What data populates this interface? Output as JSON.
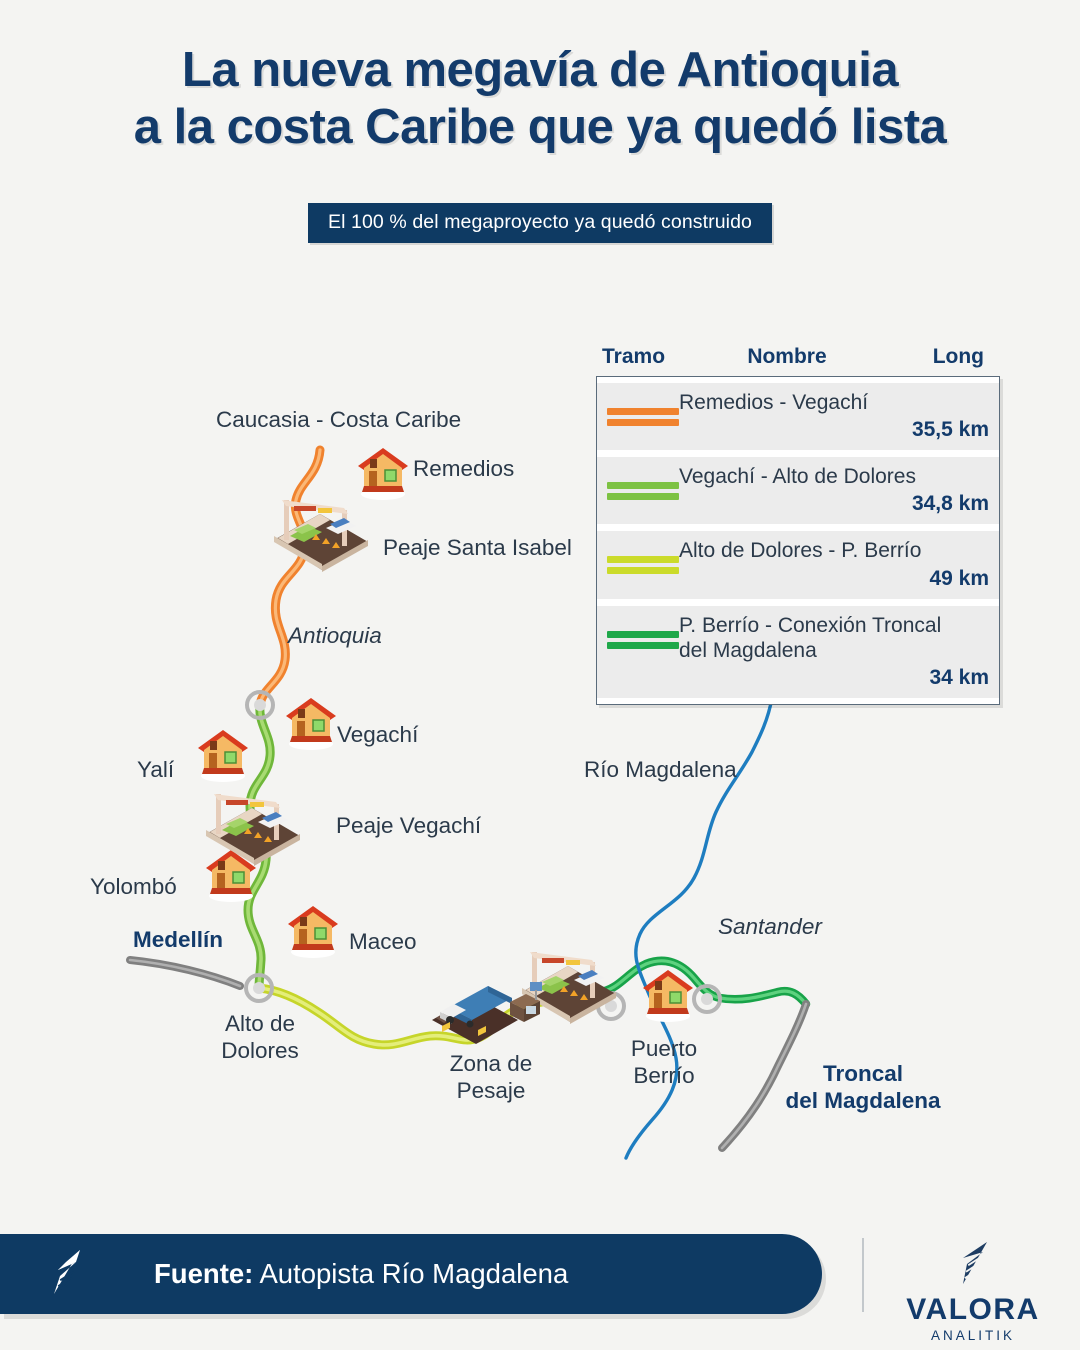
{
  "header": {
    "title": "La nueva megavía de Antioquia\na la costa Caribe que ya quedó lista",
    "badge": "El 100 % del megaproyecto ya quedó construido"
  },
  "legend": {
    "columns": {
      "tramo": "Tramo",
      "nombre": "Nombre",
      "long": "Long"
    },
    "rows": [
      {
        "name": "Remedios - Vegachí",
        "length": "35,5 km",
        "color": "#F0822E"
      },
      {
        "name": "Vegachí - Alto de Dolores",
        "length": "34,8 km",
        "color": "#7DC243"
      },
      {
        "name": "Alto de Dolores - P. Berrío",
        "length": "49 km",
        "color": "#CBDB2A"
      },
      {
        "name": "P. Berrío - Conexión Troncal\ndel Magdalena",
        "length": "34 km",
        "color": "#1FA84A"
      }
    ]
  },
  "map": {
    "labels": {
      "caucasia": "Caucasia - Costa Caribe",
      "remedios": "Remedios",
      "peaje_santa_isabel": "Peaje Santa Isabel",
      "antioquia": "Antioquia",
      "vegachi": "Vegachí",
      "yali": "Yalí",
      "peaje_vegachi": "Peaje Vegachí",
      "yolombo": "Yolombó",
      "medellin": "Medellín",
      "maceo": "Maceo",
      "alto_de_dolores": "Alto de\nDolores",
      "zona_de_pesaje": "Zona de\nPesaje",
      "rio_magdalena": "Río Magdalena",
      "santander": "Santander",
      "puerto_berrio": "Puerto\nBerrío",
      "troncal": "Troncal\ndel Magdalena"
    },
    "colors": {
      "orange": "#F0822E",
      "green_mid": "#84C44A",
      "yellow_green": "#CBDB2A",
      "green_bright": "#1FA84A",
      "river": "#1E7DC0",
      "road_gray": "#808080",
      "background": "#F4F4F2",
      "navy": "#0E3A63"
    }
  },
  "footer": {
    "source_label": "Fuente:",
    "source_value": "Autopista Río Magdalena",
    "brand_name": "VALORA",
    "brand_sub": "ANALITIK"
  }
}
